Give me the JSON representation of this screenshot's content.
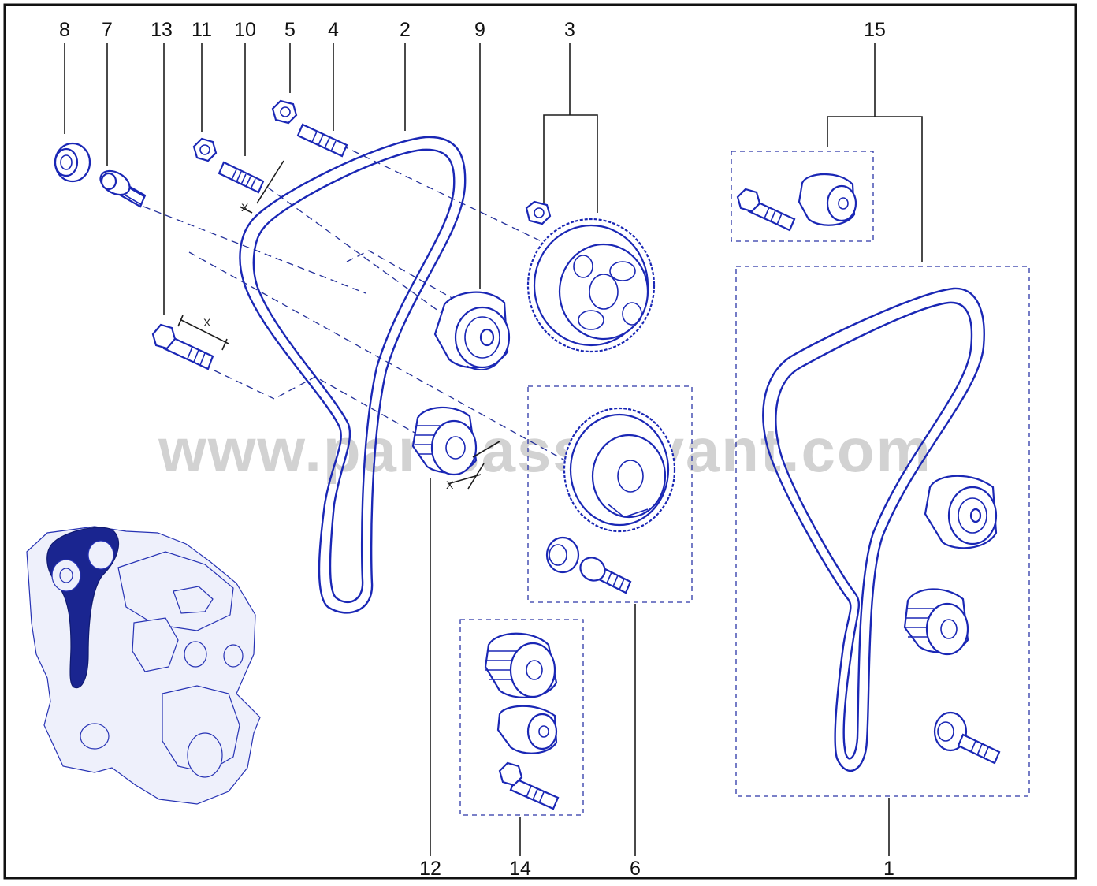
{
  "diagram": {
    "watermark": "www.partsasservant.com",
    "callouts": [
      {
        "id": "1",
        "label": "1"
      },
      {
        "id": "2",
        "label": "2"
      },
      {
        "id": "3",
        "label": "3"
      },
      {
        "id": "4",
        "label": "4"
      },
      {
        "id": "5",
        "label": "5"
      },
      {
        "id": "6",
        "label": "6"
      },
      {
        "id": "7",
        "label": "7"
      },
      {
        "id": "8",
        "label": "8"
      },
      {
        "id": "9",
        "label": "9"
      },
      {
        "id": "10",
        "label": "10"
      },
      {
        "id": "11",
        "label": "11"
      },
      {
        "id": "12",
        "label": "12"
      },
      {
        "id": "13",
        "label": "13"
      },
      {
        "id": "14",
        "label": "14"
      },
      {
        "id": "15",
        "label": "15"
      }
    ],
    "dimension_marks": [
      "X",
      "X",
      "X"
    ],
    "colors": {
      "line_art": "#1a27b5",
      "frame": "#111111",
      "watermark": "#d2d2d2"
    }
  }
}
